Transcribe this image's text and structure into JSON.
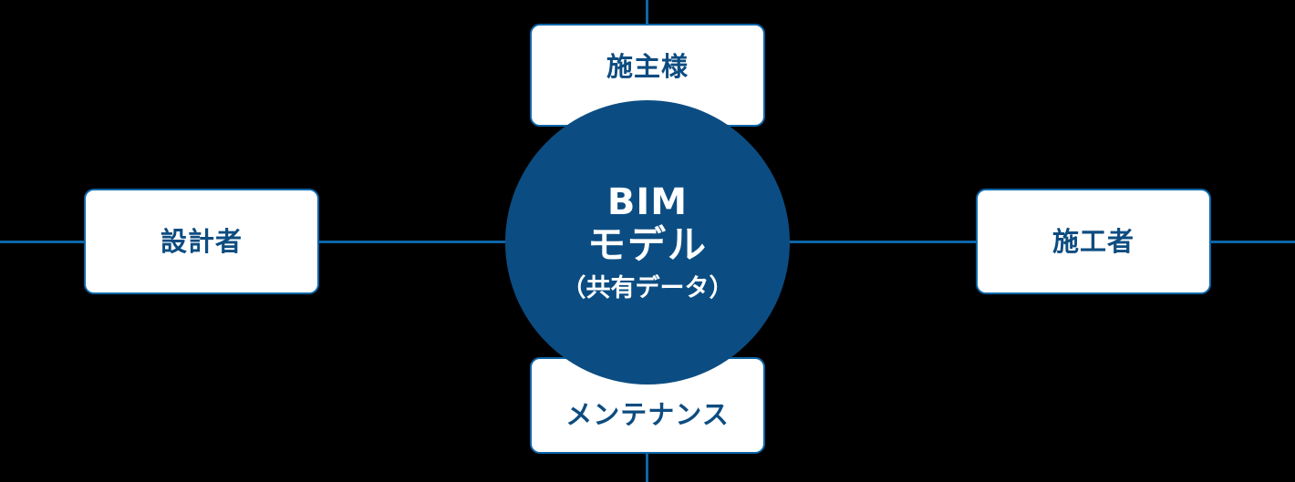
{
  "diagram": {
    "type": "hub-and-spoke",
    "background_color": "#000000",
    "accent_color": "#0D66A8",
    "hub_fill_color": "#0B4D82",
    "label_color": "#0D4C80",
    "hub": {
      "line1": "BIM",
      "line2": "モデル",
      "line3": "（共有データ）"
    },
    "nodes": {
      "top": {
        "label": "施主様",
        "position": "top"
      },
      "left": {
        "label": "設計者",
        "position": "left"
      },
      "right": {
        "label": "施工者",
        "position": "right"
      },
      "bottom": {
        "label": "メンテナンス",
        "position": "bottom"
      }
    }
  }
}
